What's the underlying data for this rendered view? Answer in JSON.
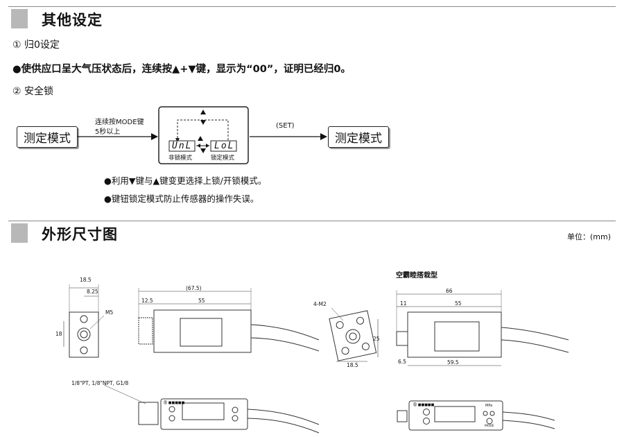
{
  "sections": {
    "other_settings": {
      "title": "其他设定"
    },
    "dimensions": {
      "title": "外形尺寸图",
      "unit_label": "单位：(mm)"
    }
  },
  "zero_setting": {
    "heading": "① 归0设定",
    "text": "●使供应口呈大气压状态后，连续按▲+▼键，显示为“00”，证明已经归0。"
  },
  "safety_lock": {
    "heading": "② 安全锁",
    "left_mode": "测定模式",
    "right_mode": "测定模式",
    "arrow_caption_line1": "连续按MODE键",
    "arrow_caption_line2": "5秒以上",
    "set_label": "(SET)",
    "lcd_unlock": "UnL",
    "lcd_lock": "LoL",
    "unlock_caption": "非锁模式",
    "lock_caption": "锁定模式",
    "note1": "●利用▼键与▲键变更选择上锁/开锁模式。",
    "note2": "●键钮锁定模式防止传感器的操作失误。"
  },
  "drawing_left": {
    "dim_18_5": "18.5",
    "dim_8_25": "8.25",
    "dim_18": "18",
    "m5": "M5",
    "dim_67_5": "(67.5)",
    "dim_12_5": "12.5",
    "dim_55": "55",
    "thread_note": "1/8\"PT, 1/8\"NPT, G1/8"
  },
  "drawing_right": {
    "type_label": "空霸睦搭栽型",
    "m2": "4-M2",
    "dim_25": "25",
    "dim_18_5": "18.5",
    "dim_66": "66",
    "dim_11": "11",
    "dim_55": "55",
    "dim_6_5": "6.5",
    "dim_59_5": "59.5"
  },
  "panel": {
    "brand": "Ⓢ ■■■■■",
    "unit": "MPa",
    "mode": "MODE"
  }
}
